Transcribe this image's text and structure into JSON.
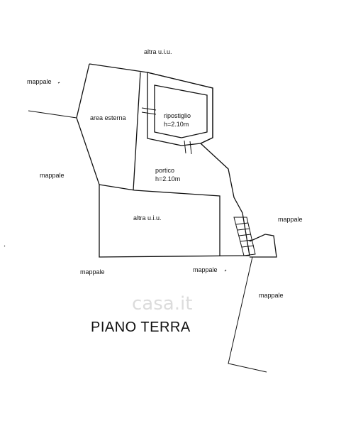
{
  "labels": {
    "altra_top": "altra u.i.u.",
    "mappale_tl": "mappale",
    "area_esterna": "area esterna",
    "ripostiglio_name": "ripostiglio",
    "ripostiglio_h": "h=2.10m",
    "mappale_left": "mappale",
    "portico_name": "portico",
    "portico_h": "h=2.10m",
    "altra_mid": "altra u.i.u.",
    "mappale_right": "mappale",
    "mappale_bl": "mappale",
    "mappale_bc": "mappale",
    "mappale_br": "mappale"
  },
  "title": "PIANO TERRA",
  "watermark": "casa.it"
}
